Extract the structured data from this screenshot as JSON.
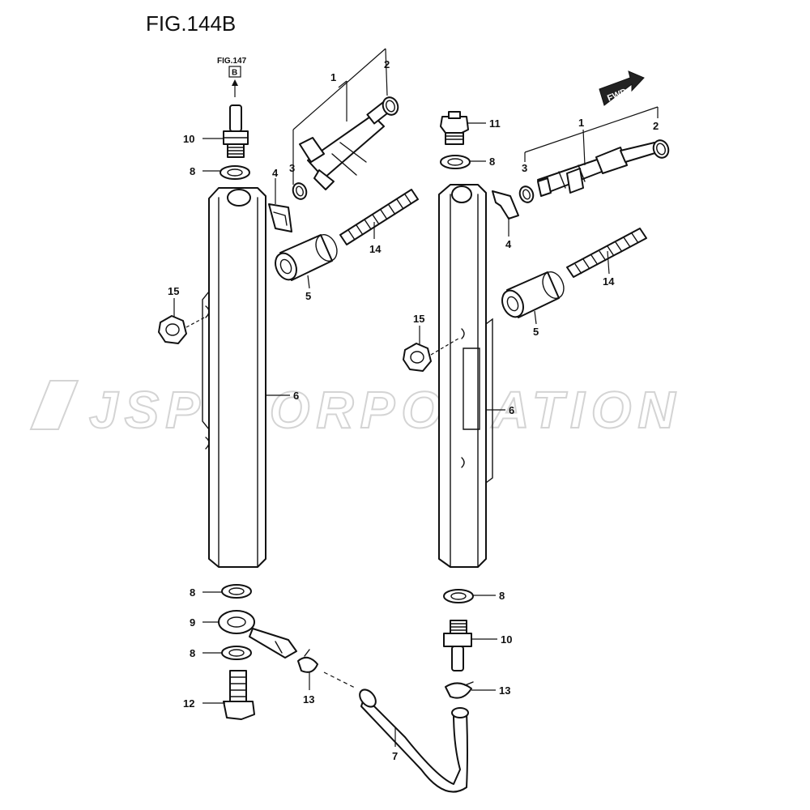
{
  "figure": {
    "title": "FIG.144B",
    "reference": {
      "fig": "FIG.147",
      "box": "B"
    },
    "watermark": "JSP CORPORATION",
    "direction_label": "FWD"
  },
  "callouts": [
    {
      "id": "c-1-left",
      "text": "1"
    },
    {
      "id": "c-2-left",
      "text": "2"
    },
    {
      "id": "c-3-left",
      "text": "3"
    },
    {
      "id": "c-4-left",
      "text": "4"
    },
    {
      "id": "c-5-left",
      "text": "5"
    },
    {
      "id": "c-6-left",
      "text": "6"
    },
    {
      "id": "c-8-top-left",
      "text": "8"
    },
    {
      "id": "c-10-left",
      "text": "10"
    },
    {
      "id": "c-14-left",
      "text": "14"
    },
    {
      "id": "c-15-left",
      "text": "15"
    },
    {
      "id": "c-8-bot-left-a",
      "text": "8"
    },
    {
      "id": "c-9",
      "text": "9"
    },
    {
      "id": "c-8-bot-left-b",
      "text": "8"
    },
    {
      "id": "c-12",
      "text": "12"
    },
    {
      "id": "c-13-left",
      "text": "13"
    },
    {
      "id": "c-7",
      "text": "7"
    },
    {
      "id": "c-11",
      "text": "11"
    },
    {
      "id": "c-8-top-right",
      "text": "8"
    },
    {
      "id": "c-1-right",
      "text": "1"
    },
    {
      "id": "c-2-right",
      "text": "2"
    },
    {
      "id": "c-3-right",
      "text": "3"
    },
    {
      "id": "c-4-right",
      "text": "4"
    },
    {
      "id": "c-14-right",
      "text": "14"
    },
    {
      "id": "c-5-right",
      "text": "5"
    },
    {
      "id": "c-15-right",
      "text": "15"
    },
    {
      "id": "c-6-right",
      "text": "6"
    },
    {
      "id": "c-8-bot-right",
      "text": "8"
    },
    {
      "id": "c-10-right",
      "text": "10"
    },
    {
      "id": "c-13-right",
      "text": "13"
    }
  ]
}
